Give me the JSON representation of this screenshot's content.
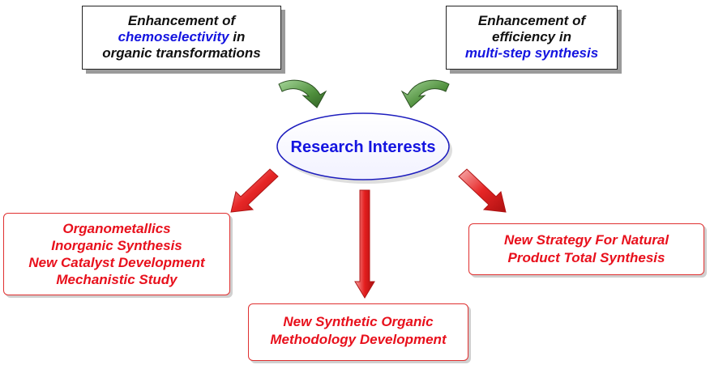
{
  "top_left": {
    "line1": "Enhancement of",
    "line2_highlight": "chemoselectivity",
    "line2_rest": " in",
    "line3": "organic transformations"
  },
  "top_right": {
    "line1": "Enhancement of",
    "line2": "efficiency in",
    "line3_highlight": "multi-step synthesis"
  },
  "center": {
    "label": "Research Interests"
  },
  "left_box": {
    "lines": [
      "Organometallics",
      "Inorganic Synthesis",
      "New Catalyst Development",
      "Mechanistic Study"
    ]
  },
  "right_box": {
    "lines": [
      "New Strategy For Natural",
      "Product Total Synthesis"
    ]
  },
  "bottom_box": {
    "lines": [
      "New Synthetic Organic",
      "Methodology Development"
    ]
  },
  "colors": {
    "blue_text": "#1414e0",
    "red_text": "#e8101c",
    "green_arrow": "#3c7a2e",
    "red_arrow": "#e52222",
    "ellipse_border": "#1e1ebe"
  }
}
